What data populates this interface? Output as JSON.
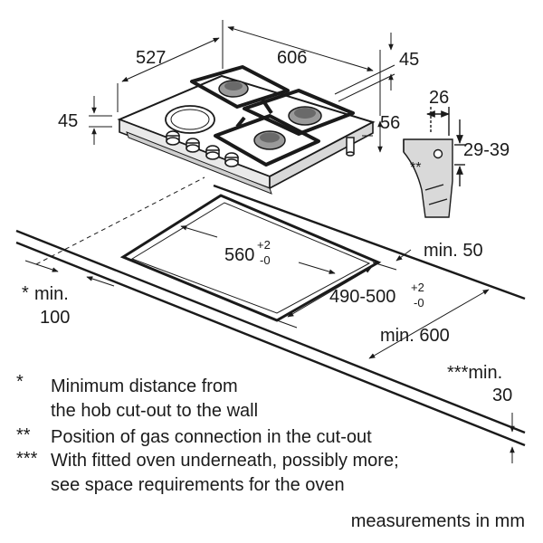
{
  "hob": {
    "depth": "527",
    "width": "606",
    "height_left": "45",
    "height_right": "45"
  },
  "gas_connection": {
    "offset": "26",
    "side": "56",
    "range": "29-39",
    "marker": "**"
  },
  "cutout": {
    "width_base": "560",
    "width_tol_top": "+2",
    "width_tol_bottom": "-0",
    "depth_base": "490-500",
    "depth_tol_top": "+2",
    "depth_tol_bottom": "-0"
  },
  "clearances": {
    "back": "min. 50",
    "front_depth": "min. 600",
    "side_star": "*",
    "side_line1": "min.",
    "side_line2": "100",
    "below_line1": "***min.",
    "below_line2": "30"
  },
  "notes": [
    {
      "marker": "*",
      "lines": [
        "Minimum distance from",
        "the hob cut-out to the wall"
      ]
    },
    {
      "marker": "**",
      "lines": [
        "Position of gas connection in the cut-out"
      ]
    },
    {
      "marker": "***",
      "lines": [
        "With fitted oven underneath, possibly more;",
        "see space requirements for the oven"
      ]
    }
  ],
  "units_note": "measurements in mm"
}
